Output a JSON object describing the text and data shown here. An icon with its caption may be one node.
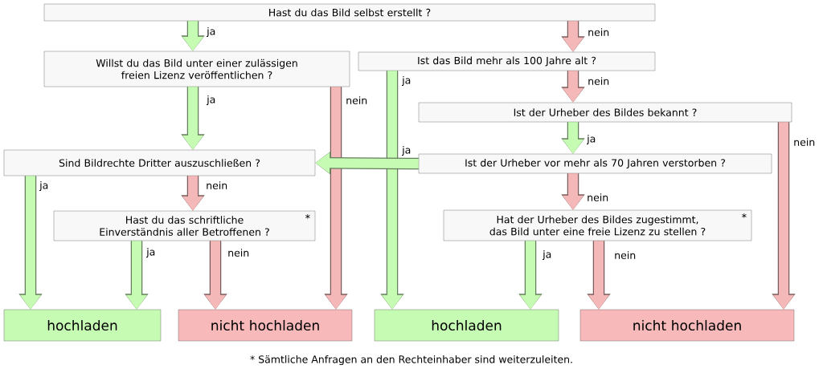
{
  "diagram": {
    "nodes": [
      {
        "text": [
          "Hast du das Bild selbst erstellt ?"
        ]
      },
      {
        "text": [
          "Willst du das Bild unter einer zulässigen freien Lizenz veröffentlichen ?"
        ]
      },
      {
        "text": [
          "Ist das Bild mehr als 100 Jahre alt ?"
        ]
      },
      {
        "text": [
          "Ist der Urheber des Bildes bekannt ?"
        ]
      },
      {
        "text": [
          "Sind Bildrechte Dritter auszuschließen ?"
        ]
      },
      {
        "text": [
          "Ist der Urheber vor mehr als 70 Jahren verstorben ?"
        ]
      },
      {
        "text": [
          "Hast du das schriftliche Einverständnis aller Betroffenen ?",
          "*"
        ]
      },
      {
        "text": [
          "Hat der Urheber des Bildes zugestimmt, das Bild unter eine freie Lizenz zu stellen ?",
          "*"
        ]
      },
      {
        "text": [
          "hochladen"
        ]
      },
      {
        "text": [
          "nicht hochladen"
        ]
      },
      {
        "text": [
          "hochladen"
        ]
      },
      {
        "text": [
          "nicht hochladen"
        ]
      }
    ],
    "edges": [
      {
        "from": 0,
        "to": 1,
        "arrow": "to",
        "label": "ja",
        "color": "#c6fbb4"
      },
      {
        "from": 0,
        "to": 2,
        "arrow": "to",
        "label": "nein",
        "color": "#f5b8b8"
      },
      {
        "from": 1,
        "to": 4,
        "arrow": "to",
        "label": "ja",
        "color": "#c6fbb4"
      },
      {
        "from": 1,
        "to": 9,
        "arrow": "to",
        "label": "nein",
        "color": "#f5b8b8"
      },
      {
        "from": 2,
        "to": 10,
        "arrow": "to",
        "label": "ja",
        "color": "#c6fbb4"
      },
      {
        "from": 2,
        "to": 3,
        "arrow": "to",
        "label": "nein",
        "color": "#f5b8b8"
      },
      {
        "from": 3,
        "to": 5,
        "arrow": "to",
        "label": "ja",
        "color": "#c6fbb4"
      },
      {
        "from": 3,
        "to": 11,
        "arrow": "to",
        "label": "nein",
        "color": "#f5b8b8"
      },
      {
        "from": 5,
        "to": 4,
        "arrow": "to",
        "label": "ja",
        "color": "#c6fbb4"
      },
      {
        "from": 5,
        "to": 7,
        "arrow": "to",
        "label": "nein",
        "color": "#f5b8b8"
      },
      {
        "from": 4,
        "to": 8,
        "arrow": "to",
        "label": "ja",
        "color": "#c6fbb4"
      },
      {
        "from": 4,
        "to": 6,
        "arrow": "to",
        "label": "nein",
        "color": "#f5b8b8"
      },
      {
        "from": 6,
        "to": 8,
        "arrow": "to",
        "label": "ja",
        "color": "#c6fbb4"
      },
      {
        "from": 6,
        "to": 9,
        "arrow": "to",
        "label": "nein",
        "color": "#f5b8b8"
      },
      {
        "from": 7,
        "to": 10,
        "arrow": "to",
        "label": "ja",
        "color": "#c6fbb4"
      },
      {
        "from": 7,
        "to": 11,
        "arrow": "to",
        "label": "nein",
        "color": "#f5b8b8"
      }
    ],
    "labels": [
      "* Sämtliche Anfragen an den Rechteinhaber sind weiterzuleiten."
    ]
  }
}
